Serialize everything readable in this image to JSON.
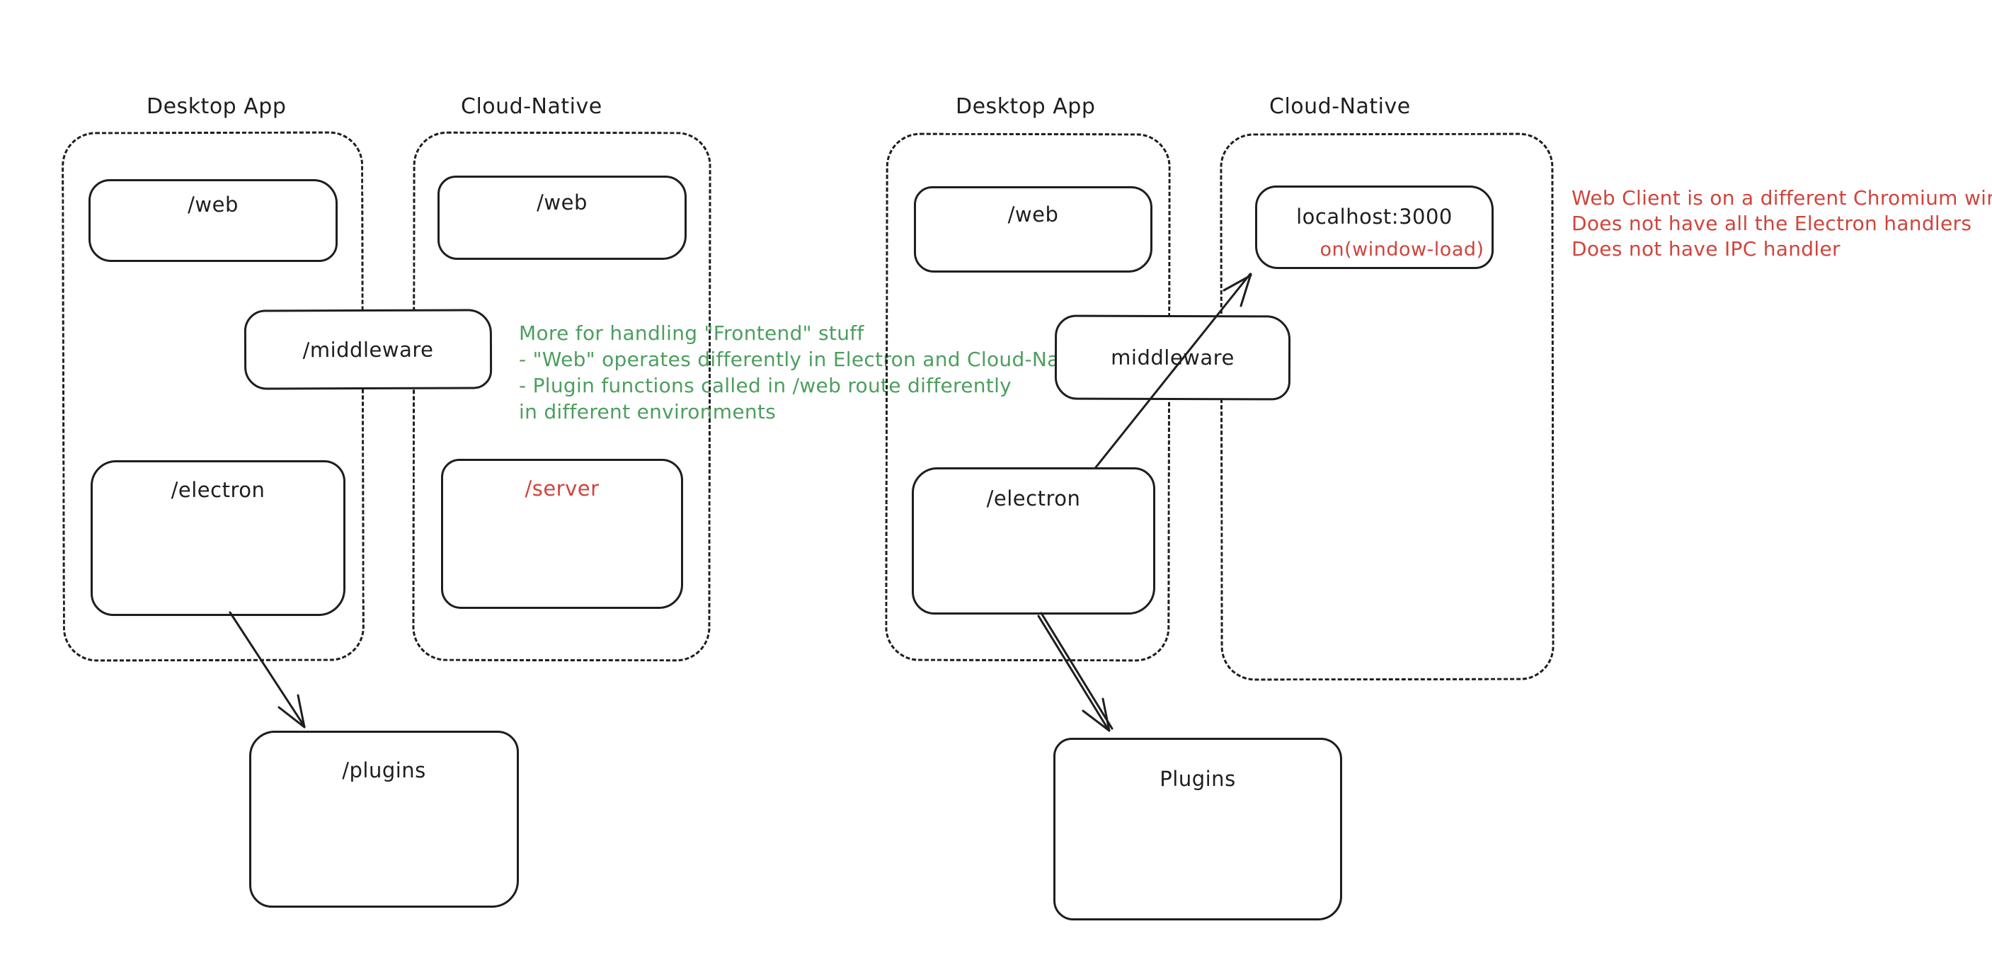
{
  "colors": {
    "stroke": "#1e1e1e",
    "green": "#4d9e5f",
    "red": "#d0443c",
    "background": "#ffffff"
  },
  "left": {
    "desktop_label": "Desktop App",
    "cloud_label": "Cloud-Native",
    "desktop_web": "/web",
    "cloud_web": "/web",
    "middleware": "/middleware",
    "electron": "/electron",
    "server": "/server",
    "plugins": "/plugins",
    "green_note": [
      "More for handling \"Frontend\" stuff",
      "- \"Web\" operates differently in Electron and Cloud-Native",
      "- Plugin functions called in /web route differently",
      "in different environments"
    ]
  },
  "right": {
    "desktop_label": "Desktop App",
    "cloud_label": "Cloud-Native",
    "desktop_web": "/web",
    "localhost": "localhost:3000",
    "window_load": "on(window-load)",
    "middleware": "middleware",
    "electron": "/electron",
    "plugins": "Plugins",
    "red_note": [
      "Web Client is on a different Chromium window",
      "Does not have all the Electron handlers",
      "Does not have IPC handler"
    ]
  }
}
